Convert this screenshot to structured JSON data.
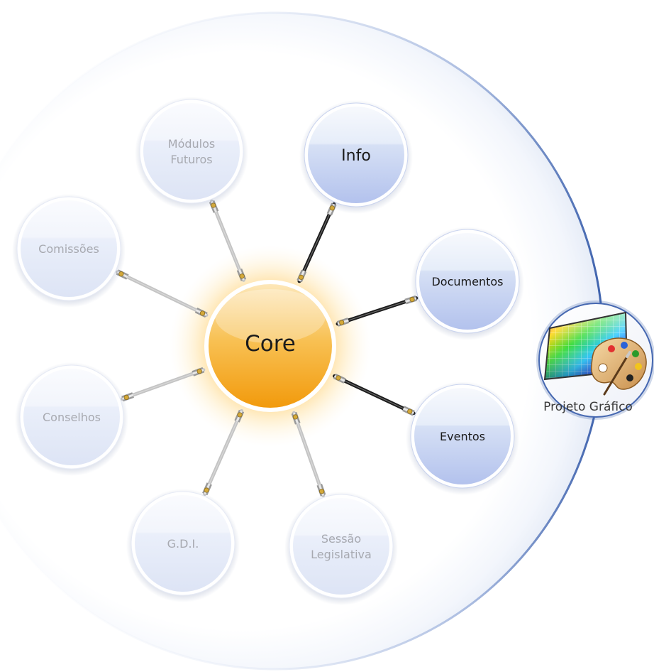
{
  "core": {
    "label": "Core"
  },
  "modules": [
    {
      "id": "modulos-futuros",
      "lines": [
        "Módulos",
        "Futuros"
      ],
      "active": false
    },
    {
      "id": "info",
      "lines": [
        "Info"
      ],
      "active": true
    },
    {
      "id": "documentos",
      "lines": [
        "Documentos"
      ],
      "active": true
    },
    {
      "id": "eventos",
      "lines": [
        "Eventos"
      ],
      "active": true
    },
    {
      "id": "sessao-legislativa",
      "lines": [
        "Sessão",
        "Legislativa"
      ],
      "active": false
    },
    {
      "id": "gdi",
      "lines": [
        "G.D.I."
      ],
      "active": false
    },
    {
      "id": "conselhos",
      "lines": [
        "Conselhos"
      ],
      "active": false
    },
    {
      "id": "comissoes",
      "lines": [
        "Comissões"
      ],
      "active": false
    }
  ],
  "badge": {
    "label": "Projeto Gráfico",
    "icon": "color-palette-icon"
  },
  "colors": {
    "active_text": "#1a1a1a",
    "inactive_text": "#a7a9b0",
    "core_fill": "#f6a21c",
    "core_glow": "#ffd680",
    "active_fill_top": "#eef3fb",
    "active_fill_bottom": "#b8c6ee",
    "inactive_fill_top": "#f6f8fd",
    "inactive_fill_bottom": "#e4e9f7",
    "big_circle_edge": "#4e6fb0",
    "cable_active": "#1c1c1c",
    "cable_inactive": "#c4c4c4"
  }
}
